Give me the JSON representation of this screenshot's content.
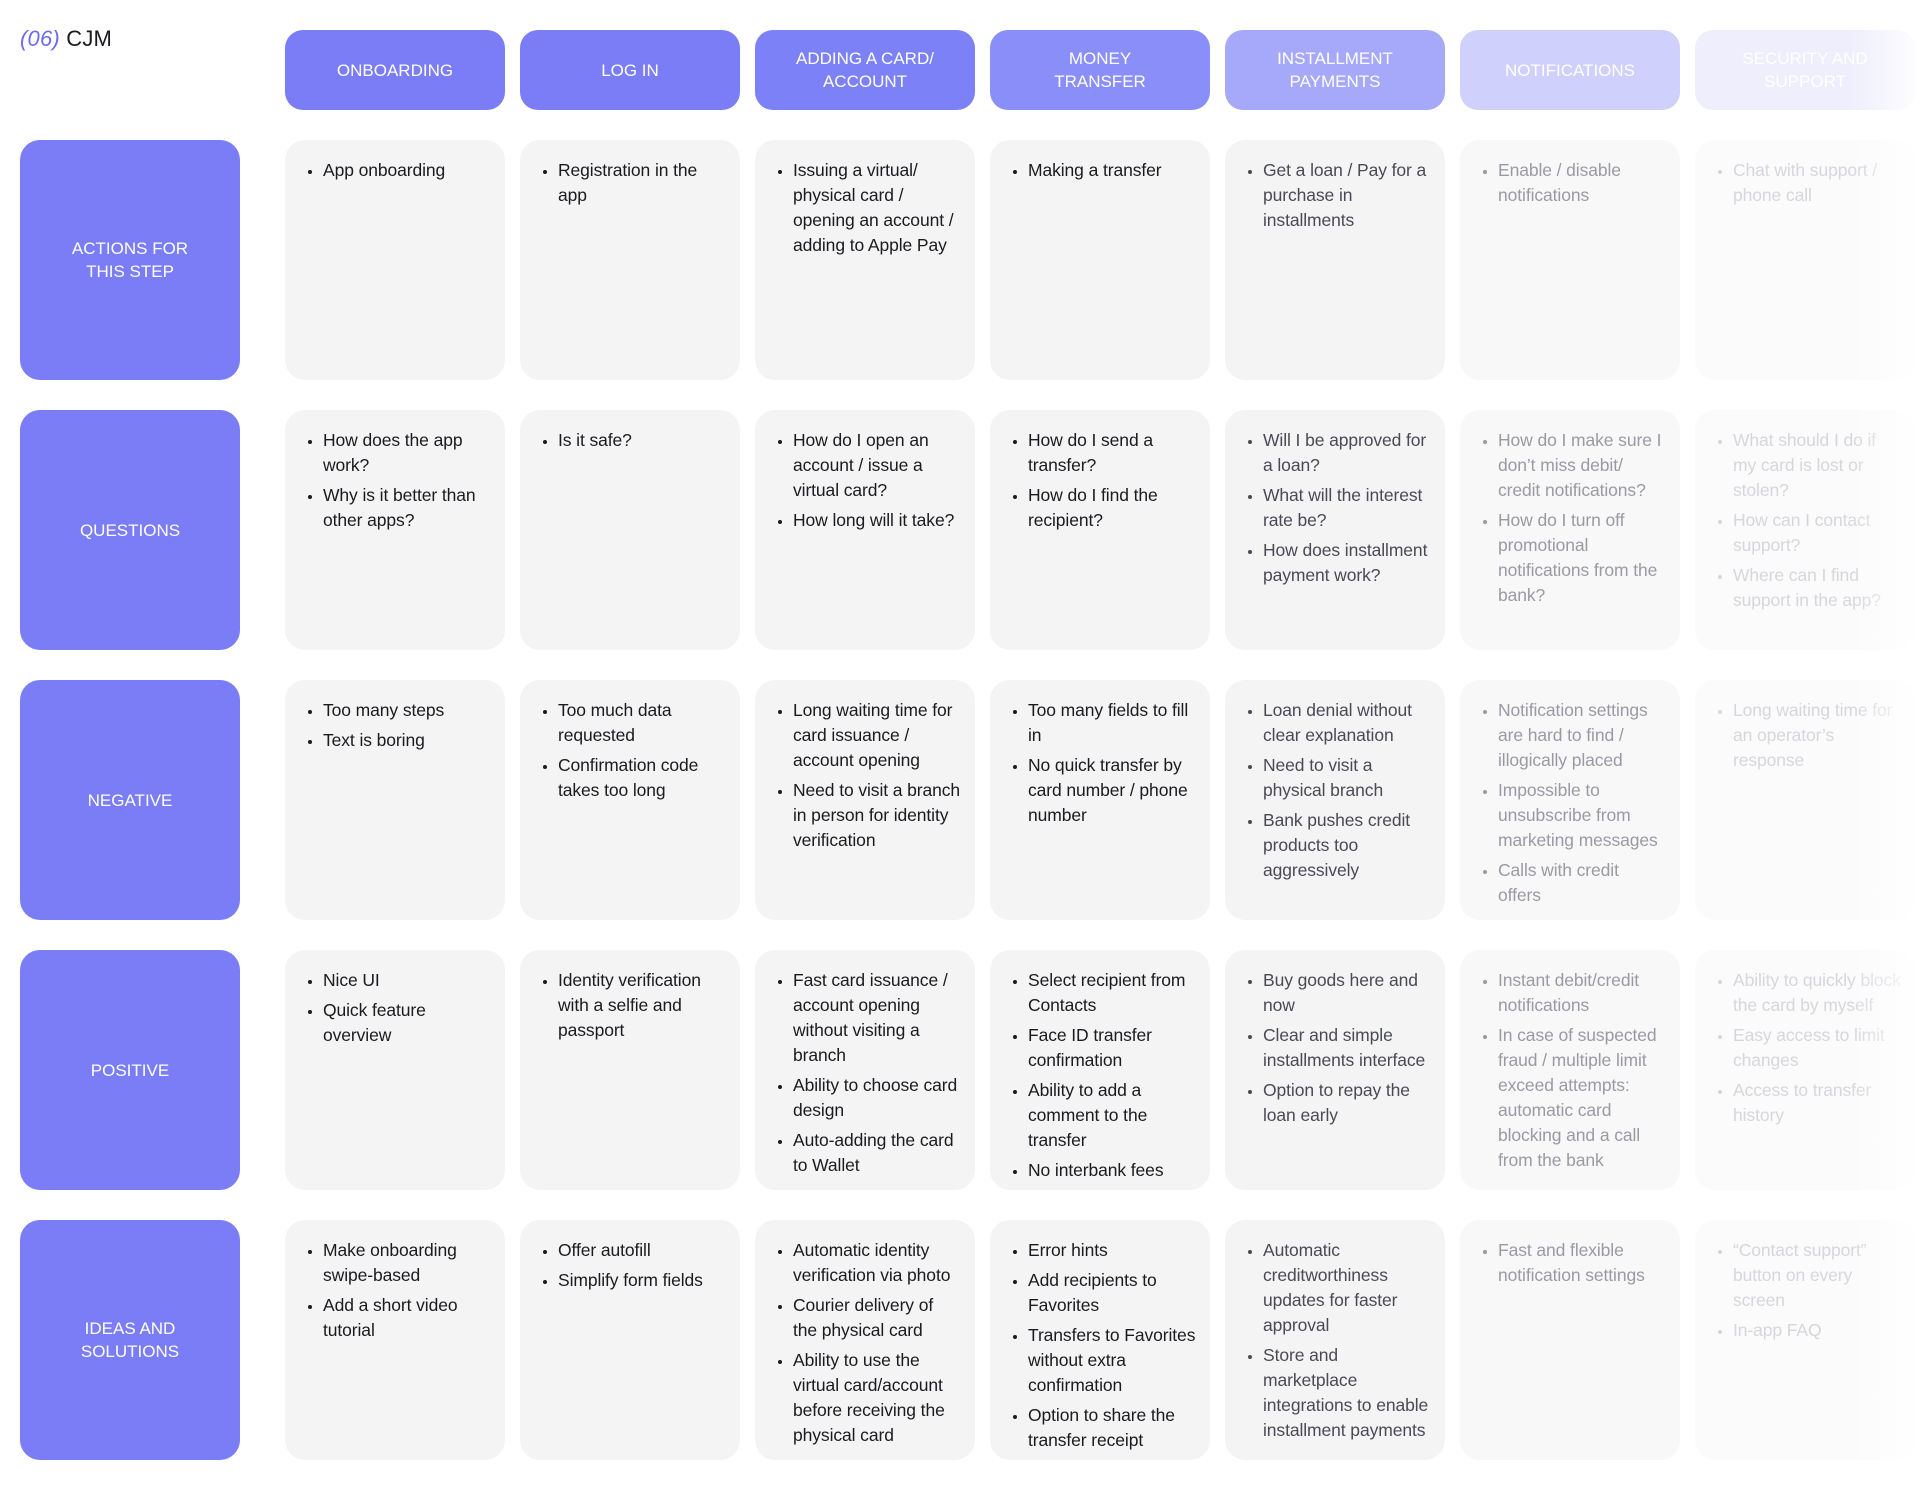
{
  "page": {
    "number": "(06)",
    "title": "CJM"
  },
  "columns": [
    {
      "label": "ONBOARDING",
      "color": "#7a7df6"
    },
    {
      "label": "LOG IN",
      "color": "#7a7df6"
    },
    {
      "label": "ADDING A CARD/\nACCOUNT",
      "color": "#7d81f7"
    },
    {
      "label": "MONEY\nTRANSFER",
      "color": "#8a8ef8"
    },
    {
      "label": "INSTALLMENT\nPAYMENTS",
      "color": "#a6a9fa"
    },
    {
      "label": "NOTIFICATIONS",
      "color": "#cfd0fc"
    },
    {
      "label": "SECURITY AND\nSUPPORT",
      "color": "#eeeefd"
    }
  ],
  "rows": [
    {
      "label": "ACTIONS FOR\nTHIS STEP"
    },
    {
      "label": "QUESTIONS"
    },
    {
      "label": "NEGATIVE"
    },
    {
      "label": "POSITIVE"
    },
    {
      "label": "IDEAS AND\nSOLUTIONS"
    }
  ],
  "cells": [
    [
      [
        "App onboarding"
      ],
      [
        "Registration in the app"
      ],
      [
        "Issuing a virtual/ physical card / opening an account / adding to Apple Pay"
      ],
      [
        "Making a transfer"
      ],
      [
        "Get a loan / Pay for a purchase in installments"
      ],
      [
        "Enable / disable notifications"
      ],
      [
        "Chat with support / phone call"
      ]
    ],
    [
      [
        "How does the app work?",
        "Why is it better than other apps?"
      ],
      [
        "Is it safe?"
      ],
      [
        "How do I open an account / issue a virtual card?",
        "How long will it take?"
      ],
      [
        "How do I send a transfer?",
        "How do I find the recipient?"
      ],
      [
        "Will I be approved for a loan?",
        "What will the interest rate be?",
        "How does installment payment work?"
      ],
      [
        "How do I make sure I don’t miss debit/ credit notifications?",
        "How do I turn off promotional notifications from the bank?"
      ],
      [
        "What should I do if my card is lost or stolen?",
        "How can I contact support?",
        "Where can I find support in the app?"
      ]
    ],
    [
      [
        "Too many steps",
        "Text is boring"
      ],
      [
        "Too much data requested",
        "Confirmation code takes too long"
      ],
      [
        "Long waiting time for card issuance / account opening",
        "Need to visit a branch in person for identity verification"
      ],
      [
        "Too many fields to fill in",
        "No quick transfer by card number / phone number"
      ],
      [
        "Loan denial without clear explanation",
        "Need to visit a physical branch",
        "Bank pushes credit products too aggressively"
      ],
      [
        "Notification settings are hard to find / illogically placed",
        "Impossible to unsubscribe from marketing messages",
        "Calls with credit offers"
      ],
      [
        "Long waiting time for an operator’s response"
      ]
    ],
    [
      [
        "Nice UI",
        "Quick feature overview"
      ],
      [
        "Identity verification with a selfie and passport"
      ],
      [
        "Fast card issuance / account opening without visiting a branch",
        "Ability to choose card design",
        "Auto-adding the card to Wallet"
      ],
      [
        "Select recipient from Contacts",
        "Face ID transfer confirmation",
        "Ability to add a comment to the transfer",
        "No interbank fees"
      ],
      [
        "Buy goods here and now",
        "Clear and simple installments interface",
        "Option to repay the loan early"
      ],
      [
        "Instant debit/credit notifications",
        "In case of suspected fraud / multiple limit exceed attempts: automatic card blocking and a call from the bank"
      ],
      [
        "Ability to quickly block the card by myself",
        "Easy access to limit changes",
        "Access to transfer history"
      ]
    ],
    [
      [
        "Make onboarding swipe-based",
        "Add a short video tutorial"
      ],
      [
        "Offer autofill",
        "Simplify form fields"
      ],
      [
        "Automatic identity verification via photo",
        "Courier delivery of the physical card",
        "Ability to use the virtual card/account before receiving the physical card"
      ],
      [
        "Error hints",
        "Add recipients to Favorites",
        "Transfers to Favorites without extra confirmation",
        "Option to share the transfer receipt"
      ],
      [
        "Automatic creditworthiness updates for faster approval",
        "Store and marketplace integrations to enable installment payments"
      ],
      [
        "Fast and flexible notification settings"
      ],
      [
        "“Contact support” button on every screen",
        "In-app FAQ"
      ]
    ]
  ]
}
